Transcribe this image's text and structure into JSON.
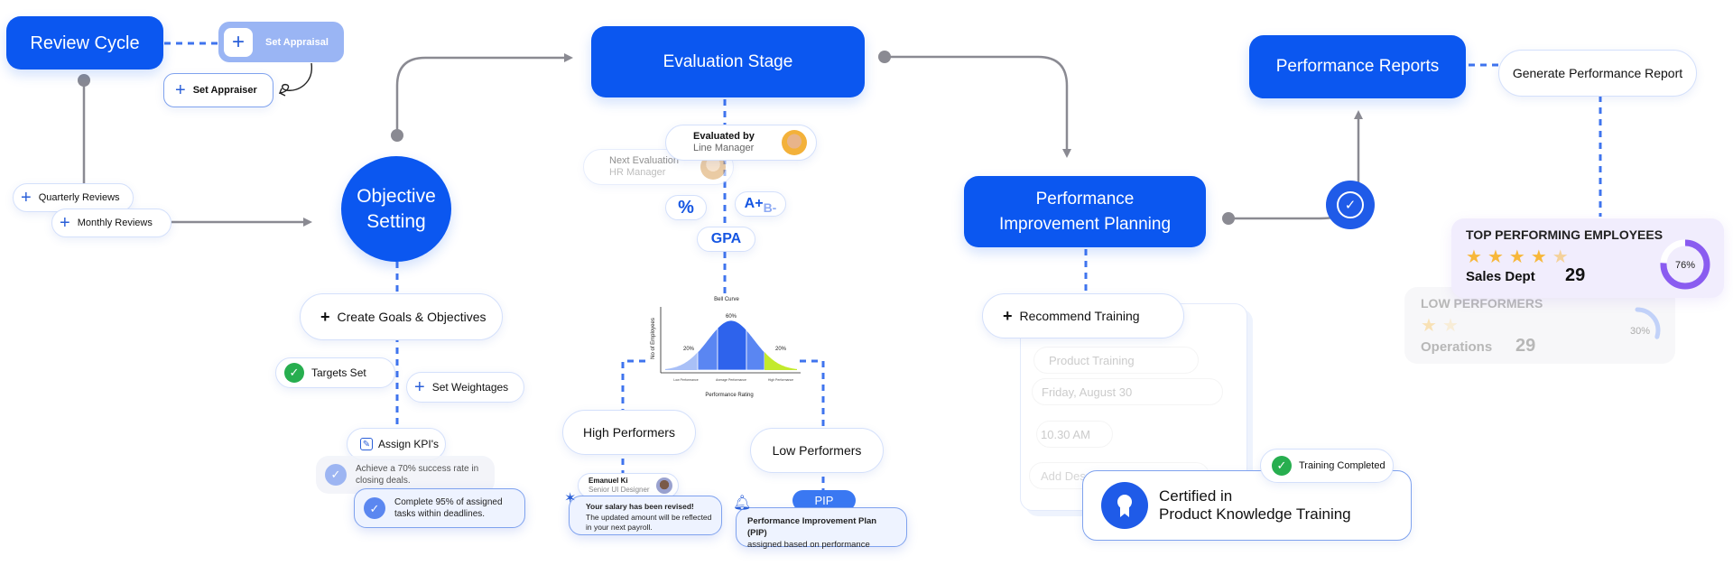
{
  "stages": {
    "review_cycle": "Review Cycle",
    "objective_setting_line1": "Objective",
    "objective_setting_line2": "Setting",
    "evaluation_stage": "Evaluation Stage",
    "pip_line1": "Performance",
    "pip_line2": "Improvement Planning",
    "performance_reports": "Performance Reports"
  },
  "review_cycle": {
    "set_appraisal": "Set Appraisal",
    "set_appraiser": "Set Appraiser",
    "quarterly_reviews": "Quarterly Reviews",
    "monthly_reviews": "Monthly Reviews"
  },
  "objectives": {
    "create_goals": "Create Goals & Objectives",
    "targets_set": "Targets Set",
    "set_weightages": "Set Weightages",
    "assign_kpis": "Assign KPI's",
    "kpi_1": "Achieve a 70% success rate in closing deals.",
    "kpi_2": "Complete 95% of assigned tasks within deadlines."
  },
  "evaluation": {
    "evaluated_by_label": "Evaluated by",
    "evaluated_by_role": "Line Manager",
    "next_evaluation_label": "Next Evaluation",
    "next_evaluation_role": "HR Manager",
    "percent_symbol": "%",
    "grade_main": "A+",
    "grade_sub": "B-",
    "gpa": "GPA",
    "high_performers": "High Performers",
    "low_performers": "Low Performers",
    "employee_name": "Emanuel Ki",
    "employee_role": "Senior UI Designer",
    "salary_title": "Your salary has been revised!",
    "salary_body": "The updated amount will be reflected in your next payroll.",
    "pip_badge": "PIP",
    "pip_title": "Performance Improvement Plan (PIP)",
    "pip_body": "assigned based on performance"
  },
  "bell_curve": {
    "title": "Bell Curve",
    "ylabel": "No of Employees",
    "xlabel": "Performance Rating",
    "segments": [
      {
        "label": "Low Performance",
        "share": "20%",
        "color": "#a9c0f7"
      },
      {
        "label": "Average Performance",
        "share": "60%",
        "color": "#2e63ec"
      },
      {
        "label": "High Performance",
        "share": "20%",
        "color": "#c3ea2c"
      }
    ]
  },
  "training": {
    "recommend": "Recommend Training",
    "form_training": "Product Training",
    "form_date": "Friday, August 30",
    "form_time": "10.30 AM",
    "form_desc_placeholder": "Add Description",
    "completed": "Training Completed",
    "cert_line1": "Certified in",
    "cert_line2": "Product Knowledge Training"
  },
  "reports": {
    "generate": "Generate Performance Report",
    "top_title": "TOP PERFORMING EMPLOYEES",
    "top_rating": 4.5,
    "top_dept": "Sales Dept",
    "top_count": "29",
    "top_percent_label": "76%",
    "top_percent": 76,
    "low_title": "LOW PERFORMERS",
    "low_rating": 1.5,
    "low_dept": "Operations",
    "low_count": "29",
    "low_percent_label": "30%",
    "low_percent": 30
  },
  "colors": {
    "primary": "#0b57f0",
    "connector": "#8a8a92",
    "dash": "#3f74ee",
    "success": "#27ae4f",
    "purple": "#8a5cf0"
  }
}
